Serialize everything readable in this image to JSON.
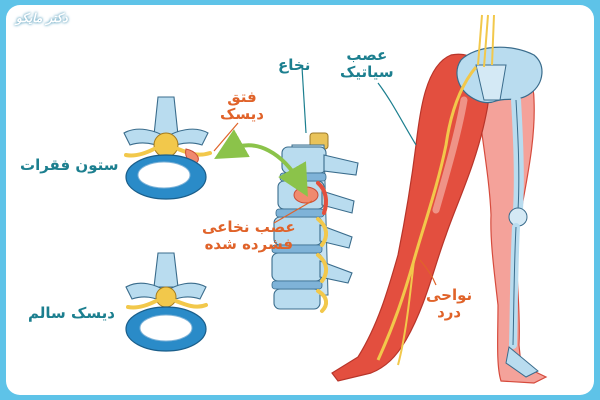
{
  "watermark": "دکتر مایکو",
  "labels": {
    "spinal_cord": "نخاع",
    "sciatic_nerve_line1": "عصب",
    "sciatic_nerve_line2": "سیاتیک",
    "disc_herniation_line1": "فتق",
    "disc_herniation_line2": "دیسک",
    "vertebral_column": "ستون فقرات",
    "compressed_nerve_line1": "عصب نخاعی",
    "compressed_nerve_line2": "فشرده شده",
    "pain_areas_line1": "نواحی",
    "pain_areas_line2": "درد",
    "healthy_disc": "دیسک سالم"
  },
  "colors": {
    "background": "#5ec3e8",
    "label_teal": "#1c7f8f",
    "label_orange": "#e0632a",
    "bone_blue": "#b9dcef",
    "nerve_yellow": "#f2c84b",
    "leg_red": "#e34f3f",
    "arrow_green": "#8bc34a"
  }
}
